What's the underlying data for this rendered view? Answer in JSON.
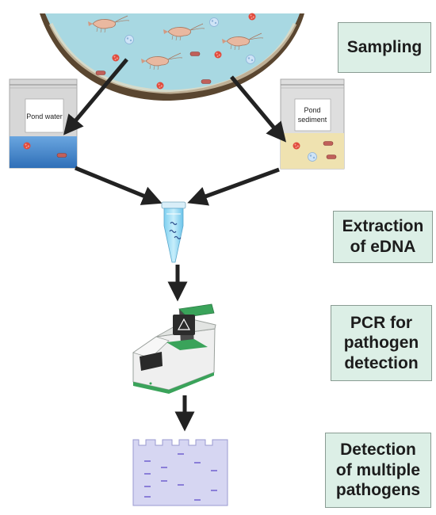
{
  "steps": [
    {
      "id": "sampling",
      "label": "Sampling"
    },
    {
      "id": "extraction",
      "label": "Extraction\nof eDNA"
    },
    {
      "id": "pcr",
      "label": "PCR for\npathogen\ndetection"
    },
    {
      "id": "detection",
      "label": "Detection\nof multiple\npathogens"
    }
  ],
  "samples": {
    "water_label": "Pond water",
    "sediment_label_line1": "Pond",
    "sediment_label_line2": "sediment"
  },
  "icons": [
    "pond-icon",
    "shrimp-icon",
    "water-sample-bag-icon",
    "sediment-sample-bag-icon",
    "microcentrifuge-tube-icon",
    "pcr-thermocycler-icon",
    "electrophoresis-gel-icon",
    "arrow-icon"
  ],
  "colors": {
    "box_fill": "#dcefe6",
    "box_border": "#8a9c93",
    "pond_water": "#a8d8e2",
    "pond_soil": "#5a4630",
    "water_sample": "#3c7fc4",
    "sediment_sample": "#efe2b0",
    "arrow": "#222222",
    "gel": "#d6d6f2",
    "gel_band": "#8a7ed8",
    "pcr_green": "#3aa35a"
  }
}
